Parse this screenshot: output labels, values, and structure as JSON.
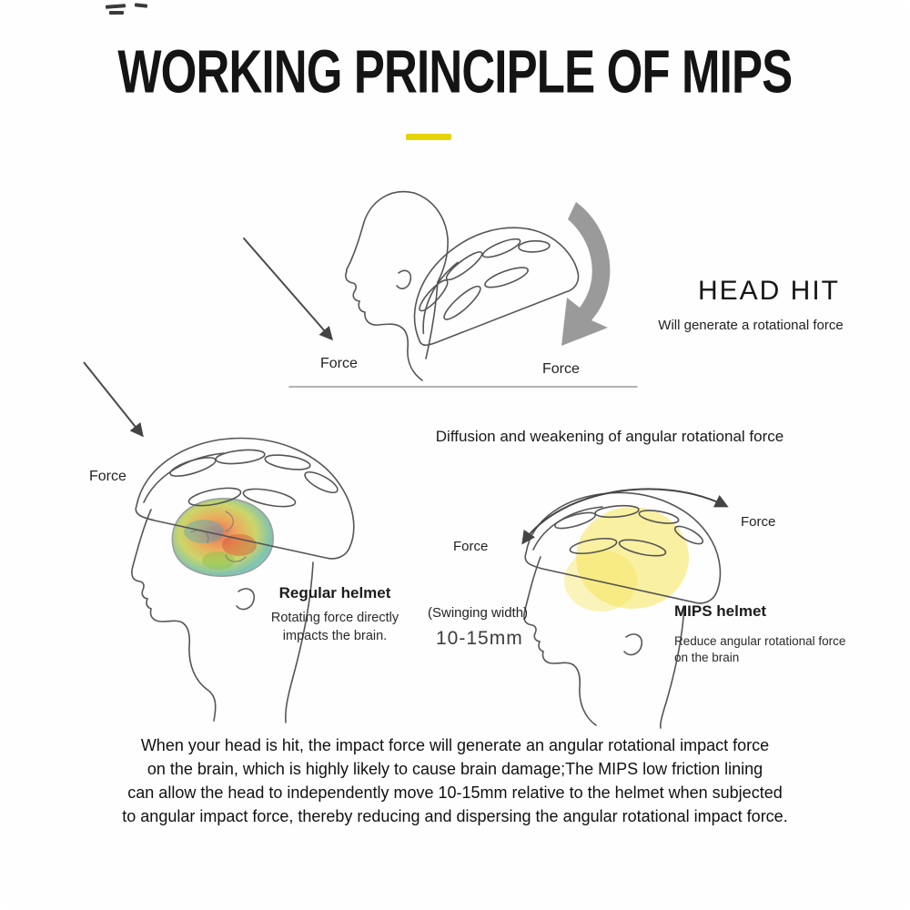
{
  "title": "WORKING PRINCIPLE OF MIPS",
  "colors": {
    "accent_yellow": "#e5d402",
    "mips_liner_highlight": "#f6e455",
    "rotation_arrow_gray": "#8f8f8f",
    "sketch_stroke": "#555555"
  },
  "top_section": {
    "force_left": "Force",
    "force_right": "Force",
    "head_hit_title": "HEAD HIT",
    "head_hit_subtitle": "Will generate a rotational force"
  },
  "middle_section": {
    "heading": "Diffusion and weakening of angular rotational force",
    "outer_force": "Force",
    "regular_helmet": {
      "title": "Regular helmet",
      "description": "Rotating force directly impacts the brain."
    },
    "mips_helmet": {
      "force_left": "Force",
      "force_right": "Force",
      "swing_label": "(Swinging width)",
      "swing_value": "10-15mm",
      "title": "MIPS helmet",
      "description": "Reduce angular rotational force on the brain"
    }
  },
  "footer": {
    "lines": [
      "When your head is hit, the impact force will generate an angular rotational impact force",
      "on the brain, which is highly likely to cause brain damage;The MIPS low friction lining",
      "can allow the head to independently move 10-15mm relative to the helmet when subjected",
      "to angular impact force, thereby reducing and dispersing the angular rotational impact force."
    ]
  }
}
